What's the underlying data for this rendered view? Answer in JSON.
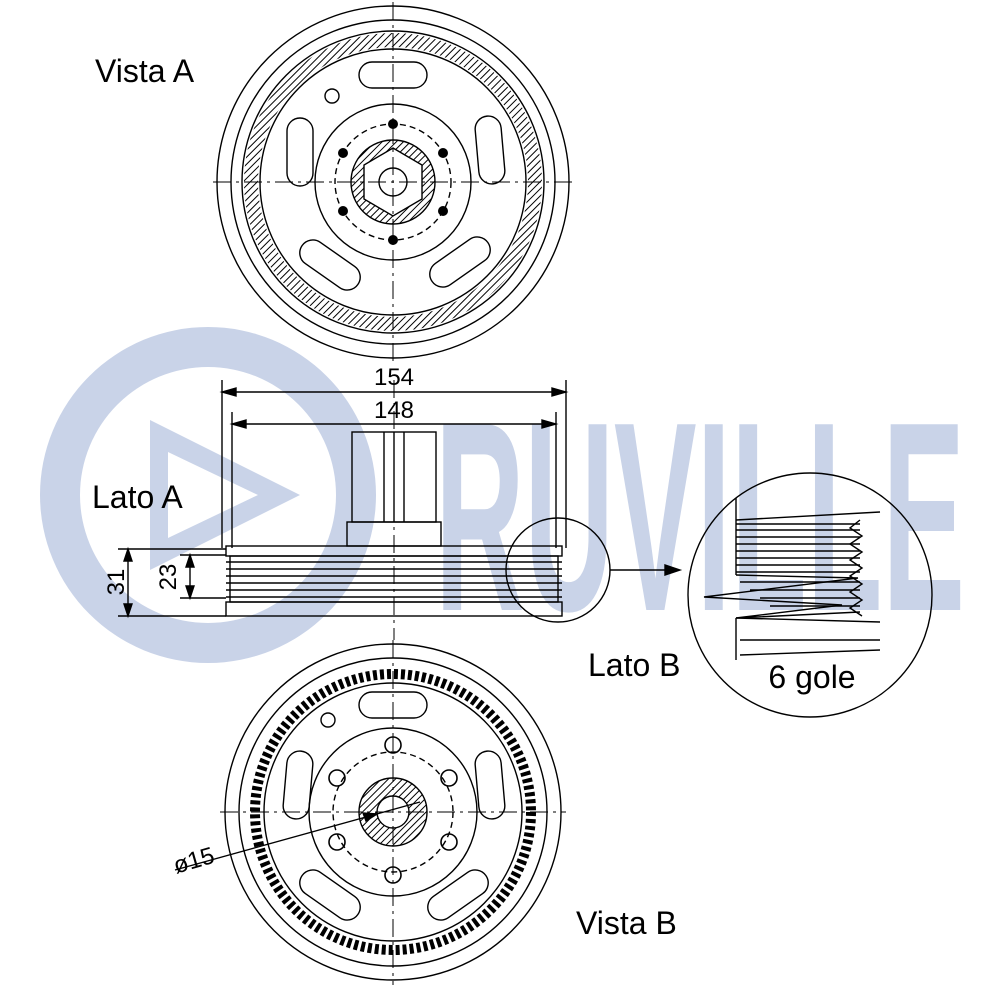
{
  "watermark": {
    "brand": "RUVILLE",
    "color": "#c9d3e8"
  },
  "views": {
    "view_a": "Vista A",
    "side_a": "Lato A",
    "side_b": "Lato B",
    "view_b": "Vista B"
  },
  "dimensions": {
    "outer_width": "154",
    "inner_width": "148",
    "total_height": "31",
    "pulley_height": "23",
    "bore_diameter": "ø15"
  },
  "detail": {
    "grooves": "6 gole"
  },
  "colors": {
    "line": "#000000",
    "background": "#ffffff"
  }
}
